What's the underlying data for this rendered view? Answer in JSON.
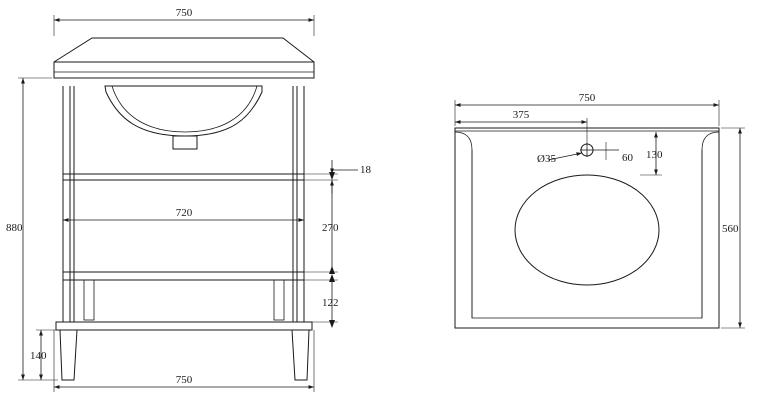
{
  "front_view": {
    "dims": {
      "top_width": "750",
      "total_height": "880",
      "inner_width": "720",
      "shelf_thickness": "18",
      "shelf_gap": "270",
      "lower_gap": "122",
      "leg_height": "140",
      "bottom_width": "750"
    }
  },
  "top_view": {
    "dims": {
      "width": "750",
      "tap_offset": "375",
      "depth": "560",
      "tap_hole": "Ø35",
      "tap_side": "60",
      "tap_back": "130"
    }
  }
}
